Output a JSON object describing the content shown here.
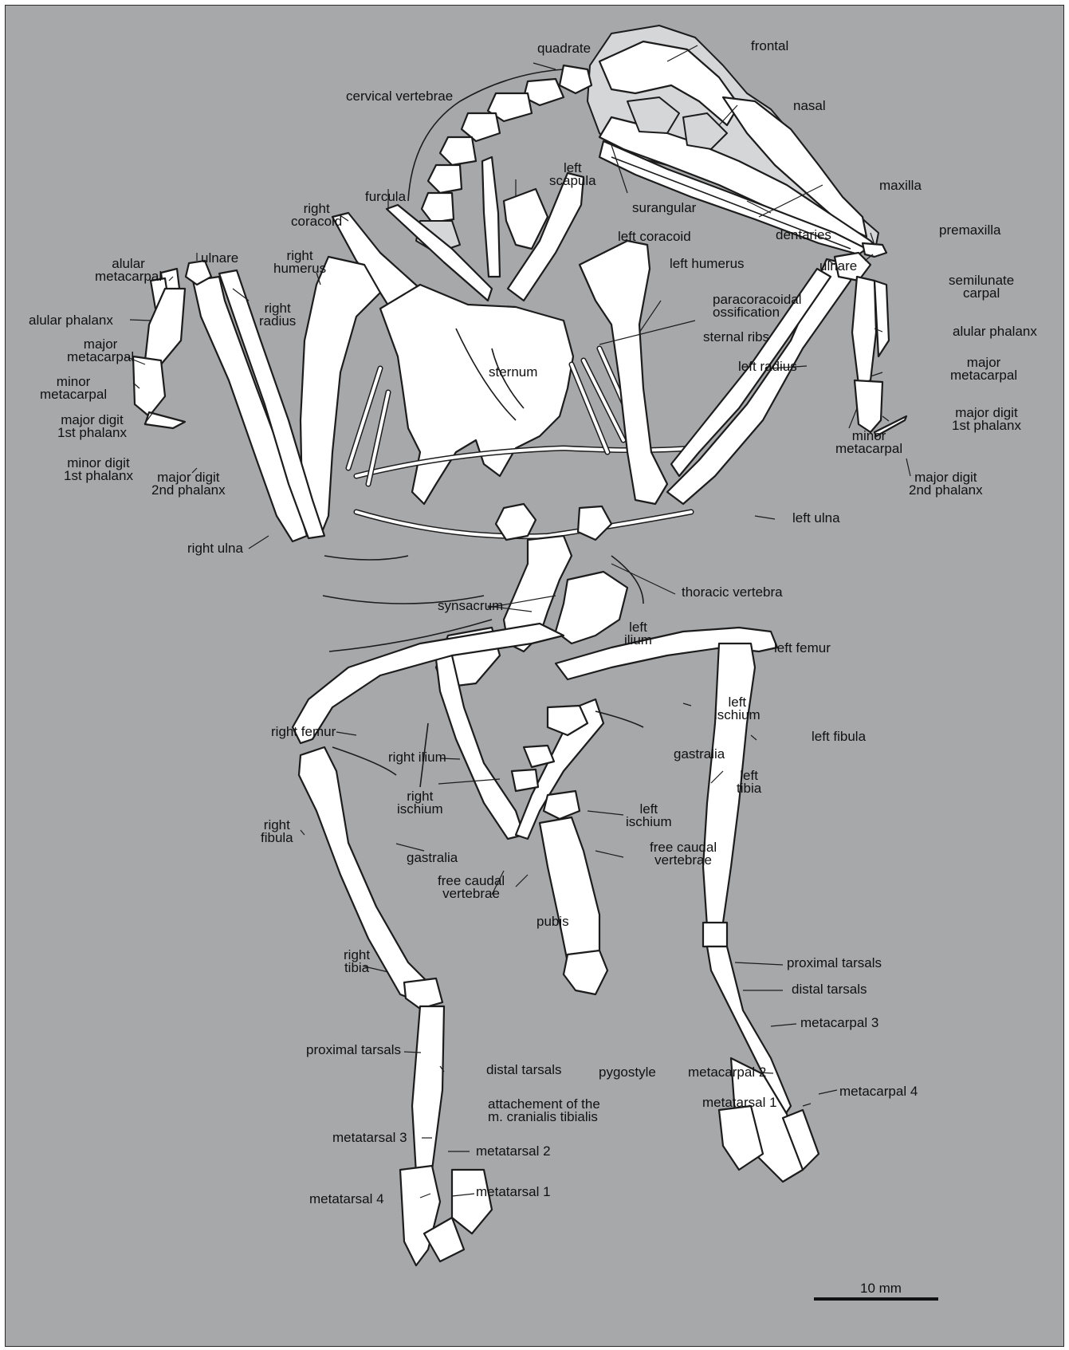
{
  "labels": {
    "quadrate": "quadrate",
    "frontal": "frontal",
    "cervical_vertebrae": "cervical vertebrae",
    "nasal": "nasal",
    "left_scapula": "left\nscapula",
    "furcula": "furcula",
    "right_coracoid": "right\ncoracoid",
    "surangular": "surangular",
    "maxilla": "maxilla",
    "left_coracoid": "left coracoid",
    "dentaries": "dentaries",
    "premaxilla": "premaxilla",
    "alular_metacarpal_right": "alular\nmetacarpal",
    "ulnare_right": "ulnare",
    "right_humerus": "right\nhumerus",
    "left_humerus": "left humerus",
    "ulnare_left": "ulnare",
    "semilunate_carpal": "semilunate\ncarpal",
    "alular_phalanx_right": "alular phalanx",
    "right_radius": "right\nradius",
    "paracoracoidal_ossification": "paracoracoidal\nossification",
    "alular_phalanx_left": "alular phalanx",
    "major_metacarpal_right": "major\nmetacarpal",
    "sternal_ribs": "sternal ribs",
    "sternum": "sternum",
    "minor_metacarpal_right": "minor\nmetacarpal",
    "left_radius": "left radius",
    "major_metacarpal_left": "major\nmetacarpal",
    "major_digit_1st_phalanx_right": "major digit\n1st phalanx",
    "major_digit_1st_phalanx_left": "major digit\n1st phalanx",
    "minor_metacarpal_left": "minor\nmetacarpal",
    "minor_digit_1st_phalanx": "minor digit\n1st phalanx",
    "major_digit_2nd_phalanx_right": "major digit\n2nd phalanx",
    "major_digit_2nd_phalanx_left": "major digit\n2nd phalanx",
    "left_ulna": "left ulna",
    "right_ulna": "right ulna",
    "thoracic_vertebra": "thoracic vertebra",
    "synsacrum": "synsacrum",
    "left_ilium": "left\nilium",
    "left_femur": "left femur",
    "left_ischium_upper": "left\nischium",
    "right_femur": "right femur",
    "left_fibula": "left fibula",
    "gastralia_right_side": "gastralia",
    "right_ilium": "right ilium",
    "left_tibia": "left\ntibia",
    "right_ischium": "right\nischium",
    "left_ischium_lower": "left\nischium",
    "right_fibula": "right\nfibula",
    "free_caudal_vertebrae_right": "free caudal\nvertebrae",
    "gastralia_left_side": "gastralia",
    "free_caudal_vertebrae_left": "free caudal\nvertebrae",
    "pubis": "pubis",
    "right_tibia": "right\ntibia",
    "proximal_tarsals_left": "proximal tarsals",
    "distal_tarsals_left": "distal tarsals",
    "metacarpal_3": "metacarpal 3",
    "proximal_tarsals_right": "proximal tarsals",
    "distal_tarsals_right": "distal tarsals",
    "pygostyle": "pygostyle",
    "metacarpal_2": "metacarpal 2",
    "attachement": "attachement of the\nm. cranialis tibialis",
    "metacarpal_4": "metacarpal 4",
    "metatarsal_1_left": "metatarsal 1",
    "metatarsal_3": "metatarsal 3",
    "metatarsal_2": "metatarsal 2",
    "metatarsal_4": "metatarsal 4",
    "metatarsal_1_right": "metatarsal 1",
    "scale_bar": "10 mm"
  },
  "colors": {
    "background": "#a7a8aa",
    "bone": "#ffffff",
    "bone_gray": "#d5d6d7",
    "outline": "#1c1c1c"
  }
}
